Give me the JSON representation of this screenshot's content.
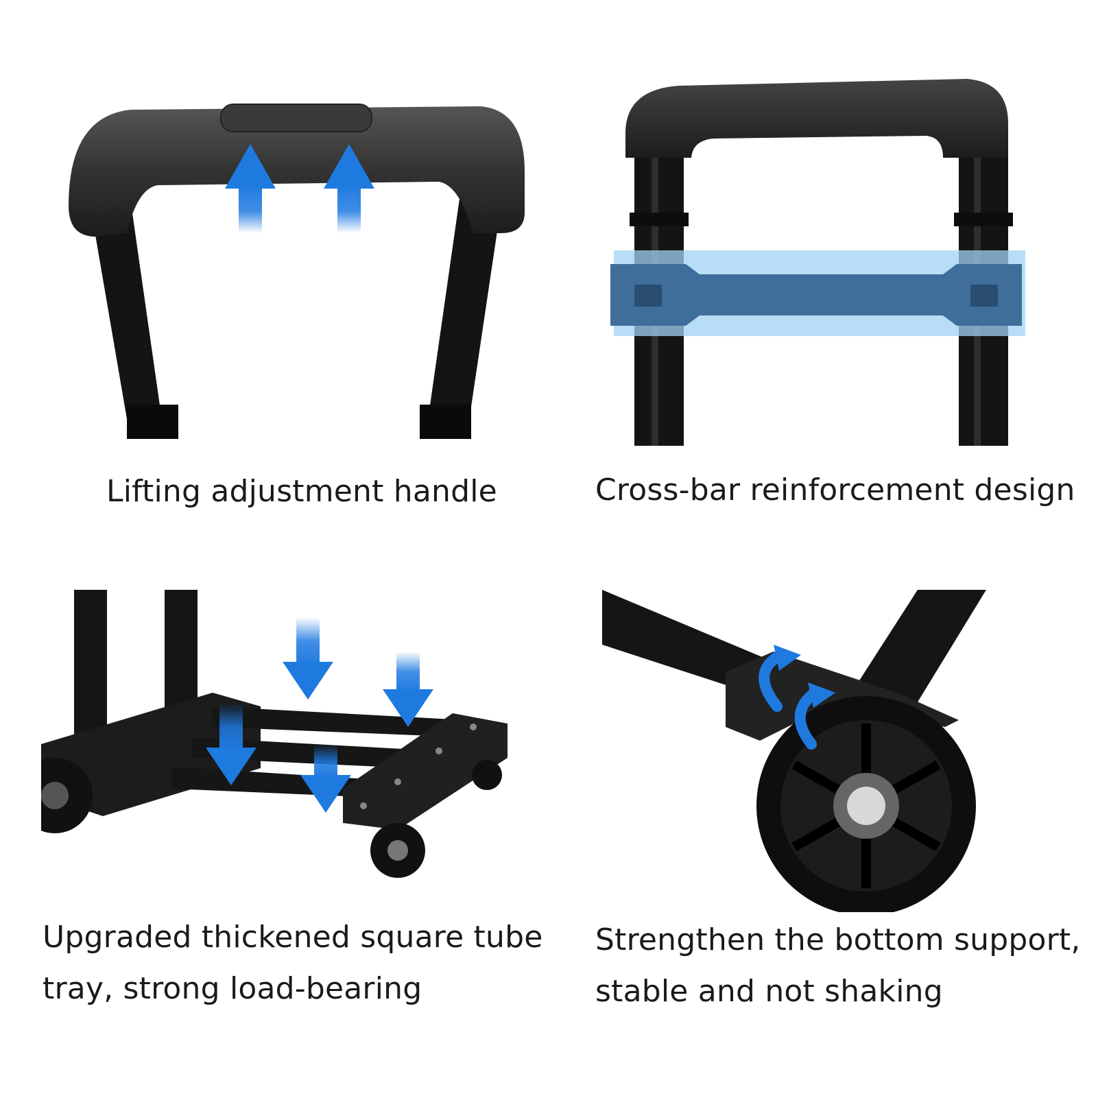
{
  "features": [
    {
      "caption": [
        "Lifting adjustment handle"
      ]
    },
    {
      "caption": [
        "Cross-bar reinforcement design"
      ]
    },
    {
      "caption": [
        "Upgraded thickened square tube",
        "tray, strong load-bearing"
      ]
    },
    {
      "caption": [
        "Strengthen the bottom support,",
        "stable and not shaking"
      ]
    }
  ],
  "colors": {
    "frame_black": "#141414",
    "frame_dark": "#2b2b2b",
    "arrow_blue": "#1f7ae0",
    "highlight_blue": "#9fd3f3",
    "crossbar_blue": "#3f6e9a"
  }
}
